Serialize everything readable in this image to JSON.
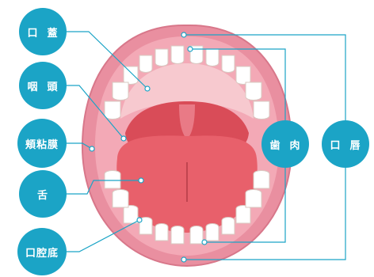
{
  "labels": {
    "palate": "口  蓋",
    "pharynx": "咽  頭",
    "buccal_mucosa": "頬粘膜",
    "tongue": "舌",
    "mouth_floor": "口腔底",
    "gums": "歯  肉",
    "lips": "口  唇"
  },
  "colors": {
    "callout": "#1ba4c6",
    "leader_line": "#1ba4c6",
    "lip": "#e98fa0",
    "lip_edge": "#d8778a",
    "gum": "#f3a9b6",
    "palate": "#f7c9cf",
    "throat": "#d94c58",
    "tongue": "#e8606b",
    "tooth": "#ffffff",
    "tooth_edge": "#d9c9c2"
  }
}
